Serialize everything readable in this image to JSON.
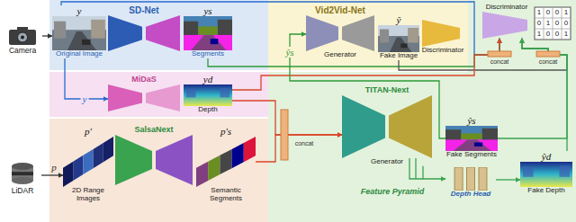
{
  "diagram": {
    "nodes": [
      {
        "text": [
          "Camera"
        ]
      },
      {
        "text": [
          "y",
          "Original Image"
        ]
      },
      {
        "text": [
          "SD-Net"
        ]
      },
      {
        "text": [
          "ys",
          "Segments"
        ]
      },
      {
        "text": [
          "Vid2Vid-Net",
          "Generator"
        ]
      },
      {
        "text": [
          "ŷ",
          "Fake Image"
        ]
      },
      {
        "text": [
          "Discriminator"
        ]
      },
      {
        "text": [
          "Discriminator"
        ]
      },
      {
        "text": [
          "MiDaS"
        ]
      },
      {
        "text": [
          "yd",
          "Depth"
        ]
      },
      {
        "text": [
          "LiDAR"
        ]
      },
      {
        "text": [
          "p′",
          "2D Range Images"
        ]
      },
      {
        "text": [
          "SalsaNext"
        ]
      },
      {
        "text": [
          "p′s",
          "Semantic Segments"
        ]
      },
      {
        "text": [
          "TITAN-Next",
          "Generator"
        ]
      },
      {
        "text": [
          "ŷs",
          "Fake Segments"
        ]
      },
      {
        "text": [
          "Depth Head"
        ]
      },
      {
        "text": [
          "ŷd",
          "Fake Depth"
        ]
      }
    ],
    "edges": [
      {
        "from": 0,
        "to": 1,
        "arrow": "to"
      },
      {
        "from": 1,
        "to": 8,
        "arrow": "to",
        "label": "y"
      },
      {
        "from": 1,
        "to": 7,
        "arrow": "to"
      },
      {
        "from": 3,
        "to": 7,
        "arrow": "to"
      },
      {
        "from": 5,
        "to": 7,
        "arrow": "to"
      },
      {
        "from": 9,
        "to": 7,
        "arrow": "to"
      },
      {
        "from": 9,
        "to": 14,
        "arrow": "to"
      },
      {
        "from": 13,
        "to": 14,
        "arrow": "to"
      },
      {
        "from": 10,
        "to": 11,
        "arrow": "to",
        "label": "p"
      },
      {
        "from": 15,
        "to": 4,
        "arrow": "to",
        "label": "ŷs"
      },
      {
        "from": 14,
        "to": 16,
        "arrow": "to"
      },
      {
        "from": 16,
        "to": 17,
        "arrow": "to"
      },
      {
        "from": 15,
        "to": 7,
        "arrow": "to"
      },
      {
        "from": 17,
        "to": 7,
        "arrow": "to"
      }
    ],
    "labels": [
      "Feature Pyramid",
      "concat",
      "concat",
      "concat",
      "1",
      "0",
      "0",
      "1",
      "0",
      "1",
      "0",
      "0",
      "1",
      "0",
      "0",
      "1"
    ]
  }
}
